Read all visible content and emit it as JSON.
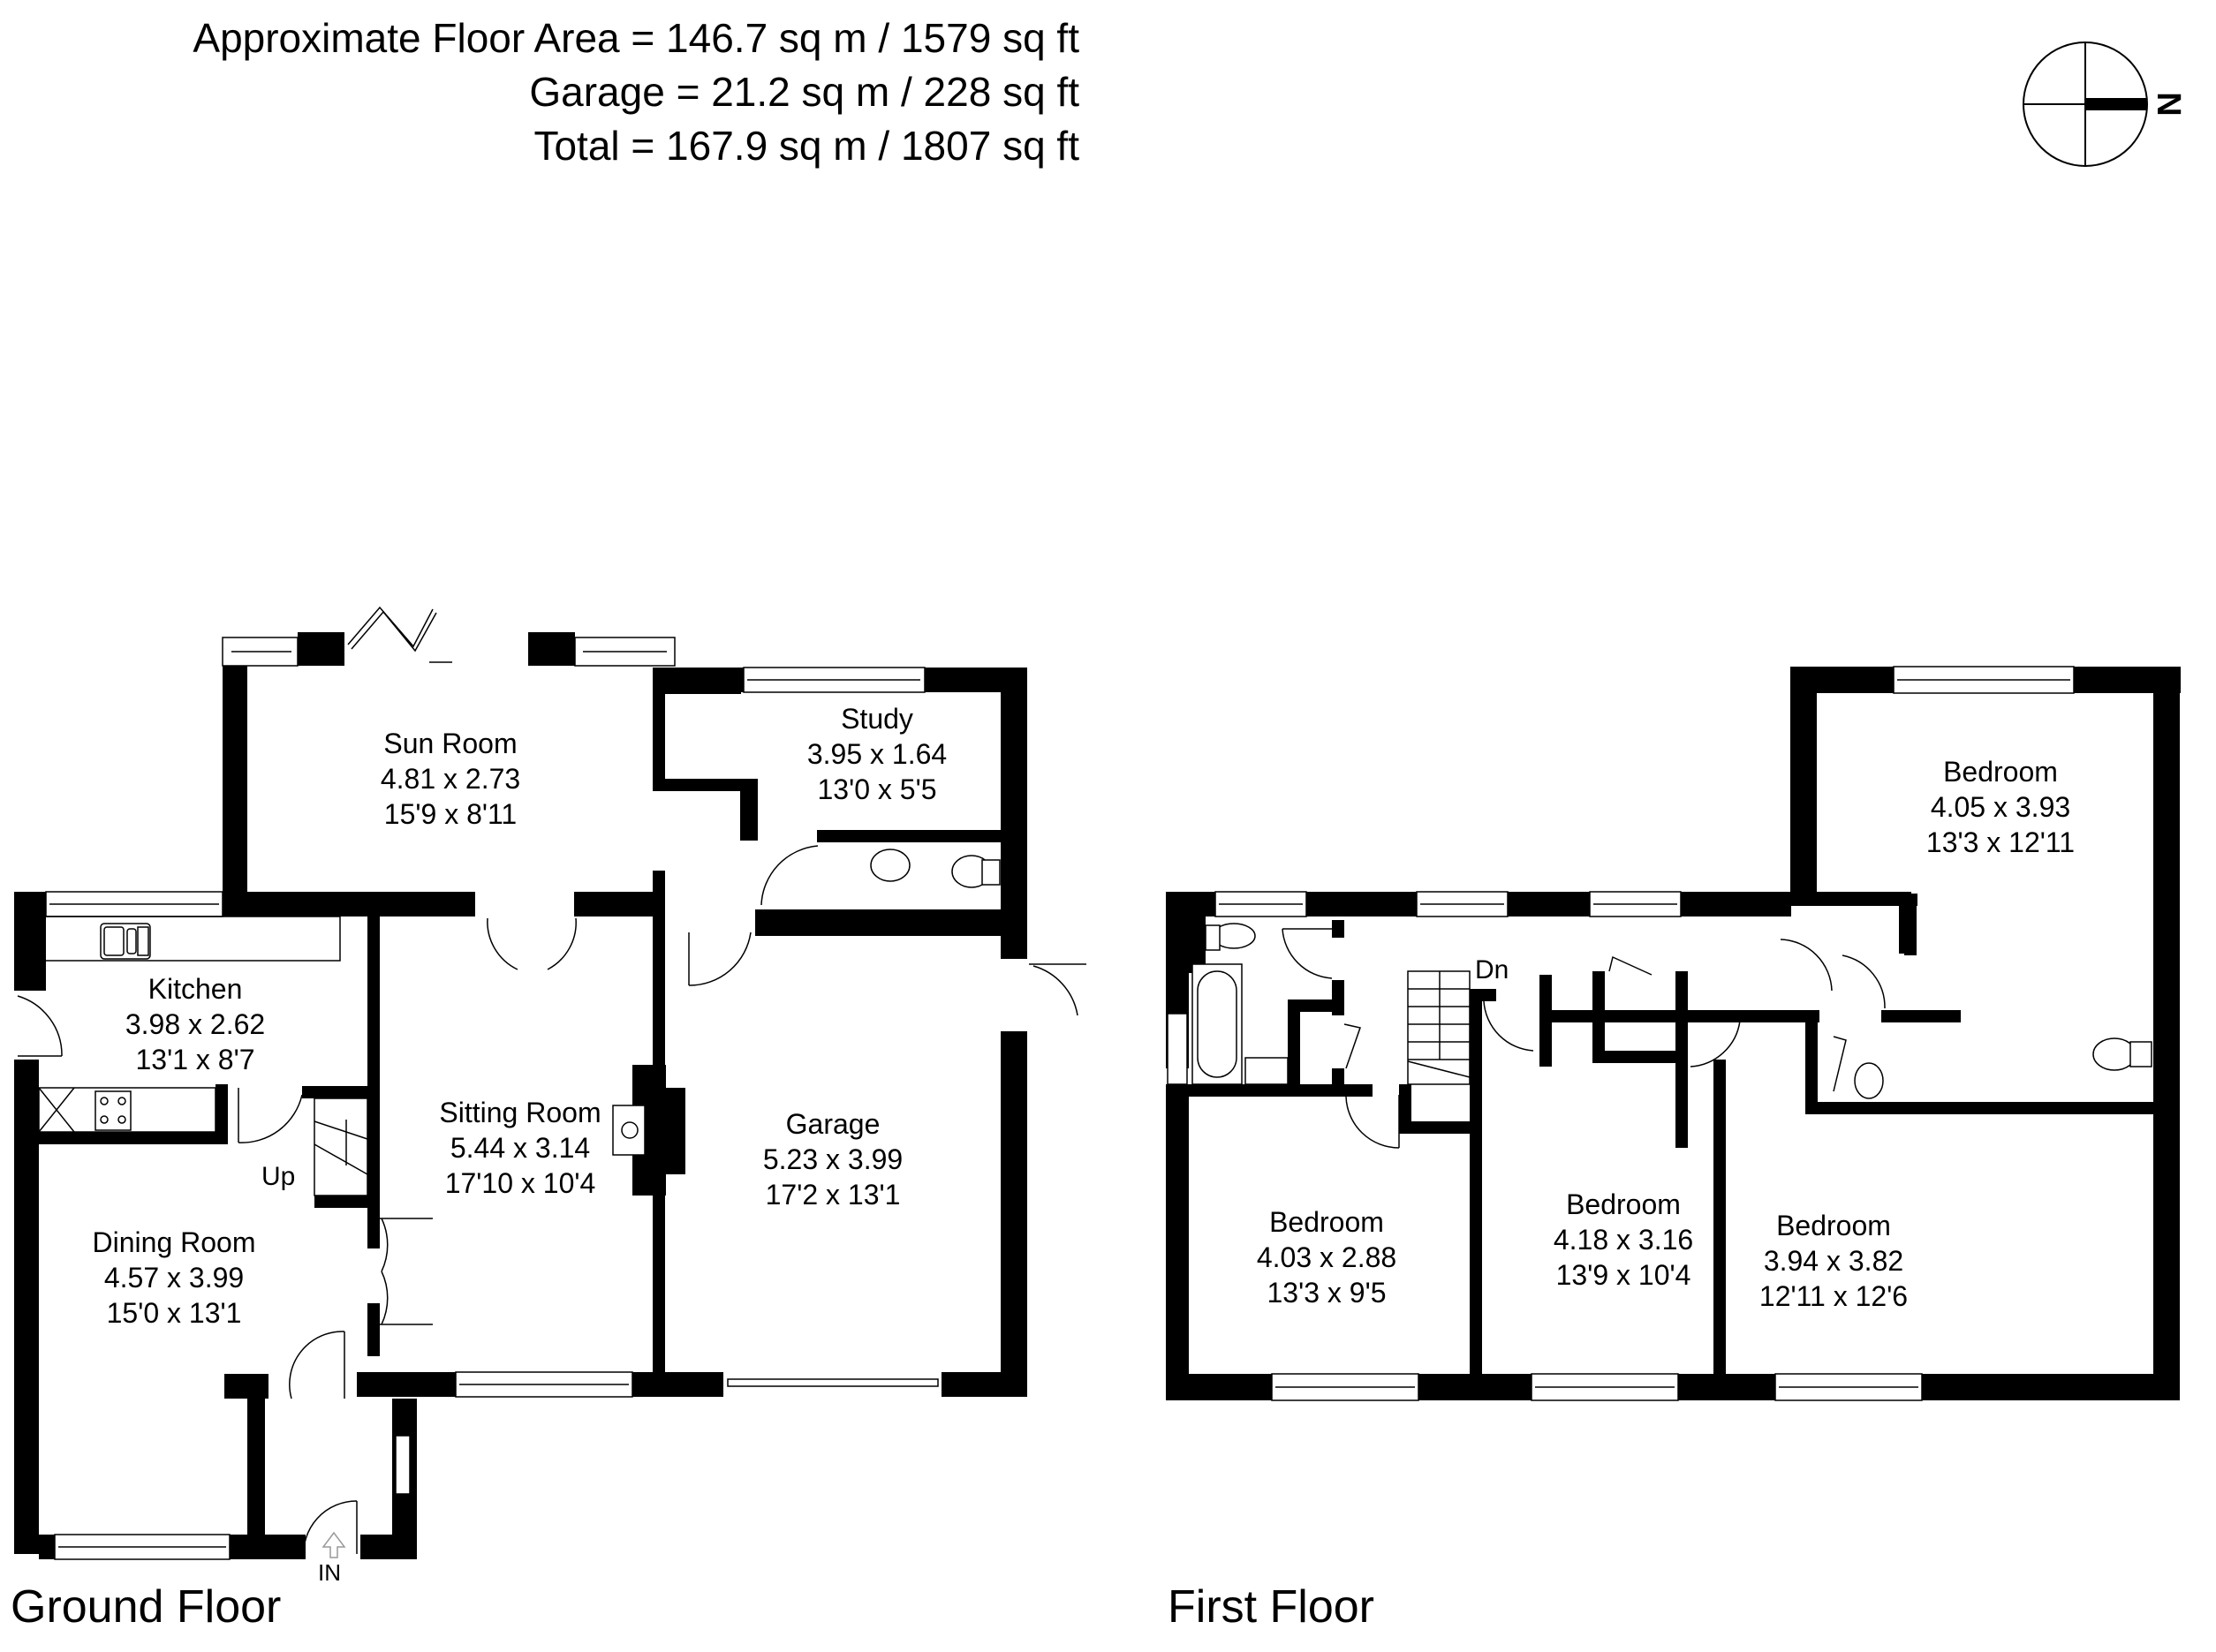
{
  "summary": {
    "floor_area": "Approximate Floor Area = 146.7 sq m / 1579 sq ft",
    "garage_area": "Garage = 21.2 sq m / 228 sq ft",
    "total_area": "Total = 167.9 sq m / 1807 sq ft"
  },
  "compass": {
    "label": "N",
    "icon": "north-arrow-compass-icon"
  },
  "ground_floor": {
    "title": "Ground Floor",
    "entrance_label": "IN",
    "stairs_label": "Up",
    "rooms": [
      {
        "name": "Sun Room",
        "metric": "4.81 x 2.73",
        "imperial": "15'9 x 8'11"
      },
      {
        "name": "Study",
        "metric": "3.95 x 1.64",
        "imperial": "13'0 x 5'5"
      },
      {
        "name": "Kitchen",
        "metric": "3.98 x 2.62",
        "imperial": "13'1 x 8'7"
      },
      {
        "name": "Sitting Room",
        "metric": "5.44 x 3.14",
        "imperial": "17'10 x 10'4"
      },
      {
        "name": "Garage",
        "metric": "5.23 x 3.99",
        "imperial": "17'2 x 13'1"
      },
      {
        "name": "Dining Room",
        "metric": "4.57 x 3.99",
        "imperial": "15'0 x 13'1"
      }
    ]
  },
  "first_floor": {
    "title": "First Floor",
    "stairs_label": "Dn",
    "rooms": [
      {
        "name": "Bedroom",
        "metric": "4.05 x 3.93",
        "imperial": "13'3 x 12'11"
      },
      {
        "name": "Bedroom",
        "metric": "4.03 x 2.88",
        "imperial": "13'3 x 9'5"
      },
      {
        "name": "Bedroom",
        "metric": "4.18 x 3.16",
        "imperial": "13'9 x 10'4"
      },
      {
        "name": "Bedroom",
        "metric": "3.94 x 3.82",
        "imperial": "12'11 x 12'6"
      }
    ]
  }
}
